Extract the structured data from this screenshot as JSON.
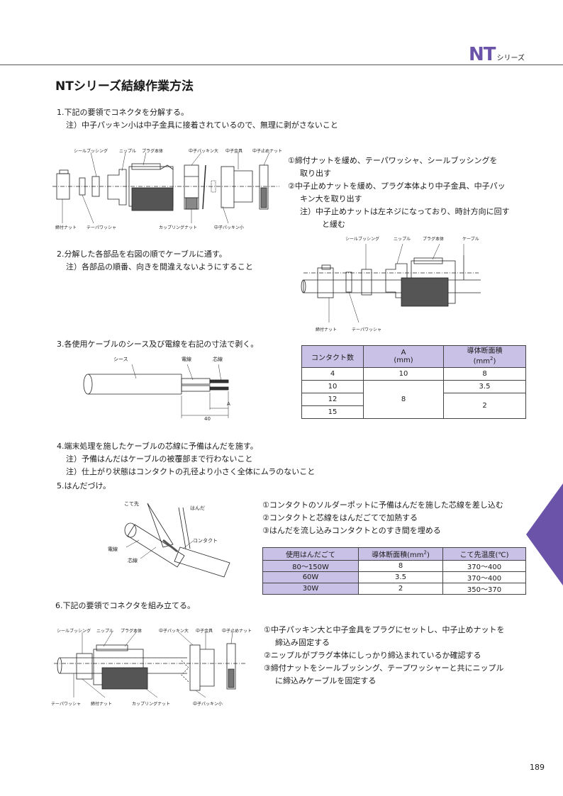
{
  "header": {
    "series_logo": "NT",
    "series_suffix": "シリーズ",
    "page_title": "NTシリーズ結線作業方法"
  },
  "colors": {
    "accent": "#6a53a8",
    "table_header": "#c9c2e6"
  },
  "step1": {
    "heading": "1.下記の要領でコネクタを分解する。",
    "note": "注）中子パッキン小は中子金具に接着されているので、無理に剥がさないこと",
    "labels": {
      "seal_bushing": "シールブッシング",
      "nipple": "ニップル",
      "plug_body": "プラグ本体",
      "core_packing_large": "中子パッキン大",
      "core_fitting": "中子金具",
      "core_stop_nut": "中子止めナット",
      "tighten_nut": "締付ナット",
      "tape_washer": "テーパワッシャ",
      "coupling_nut": "カップリングナット",
      "core_packing_small": "中子パッキン小"
    },
    "instructions": [
      {
        "num": "①",
        "lines": [
          "締付ナットを緩め、テーパワッシャ、シールブッシングを",
          "取り出す"
        ]
      },
      {
        "num": "②",
        "lines": [
          "中子止めナットを緩め、プラグ本体より中子金具、中子パッ",
          "キン大を取り出す"
        ]
      }
    ],
    "note2_lines": [
      "注）中子止めナットは左ネジになっており、時計方向に回す",
      "と緩む"
    ]
  },
  "step2": {
    "heading": "2.分解した各部品を右図の順でケーブルに通す。",
    "note": "注）各部品の順番、向きを間違えないようにすること",
    "labels": {
      "seal_bushing": "シールブッシング",
      "nipple": "ニップル",
      "plug_body": "プラグ本体",
      "cable": "ケーブル",
      "tighten_nut": "締付ナット",
      "tape_washer": "テーパワッシャ"
    }
  },
  "step3": {
    "heading": "3.各使用ケーブルのシース及び電線を右記の寸法で剥く。",
    "labels": {
      "sheath": "シース",
      "wire": "電線",
      "core": "芯線",
      "dim_a": "A",
      "dim_40": "40"
    },
    "table": {
      "headers": [
        "コンタクト数",
        "A",
        "(mm)",
        "導体断面積",
        "(mm",
        "2",
        ")"
      ],
      "rows": [
        {
          "contacts": "4",
          "a": "10",
          "area": "8"
        },
        {
          "contacts": "10",
          "area": "3.5"
        },
        {
          "contacts": "12"
        },
        {
          "contacts": "15"
        }
      ],
      "a_merged": "8",
      "area_merged": "2"
    }
  },
  "step4": {
    "heading": "4.端末処理を施したケーブルの芯線に予備はんだを施す。",
    "notes": [
      "注）予備はんだはケーブルの被覆部まで行わないこと",
      "注）仕上がり状態はコンタクトの孔径より小さく全体にムラのないこと"
    ]
  },
  "step5": {
    "heading": "5.はんだづけ。",
    "labels": {
      "iron_tip": "こて先",
      "solder": "はんだ",
      "contact": "コンタクト",
      "wire": "電線",
      "core": "芯線"
    },
    "instructions": [
      {
        "num": "①",
        "text": "コンタクトのソルダーポットに予備はんだを施した芯線を差し込む"
      },
      {
        "num": "②",
        "text": "コンタクトと芯線をはんだごてで加熱する"
      },
      {
        "num": "③",
        "text": "はんだを流し込みコンタクトとのすき間を埋める"
      }
    ],
    "table": {
      "headers": [
        "使用はんだごて",
        "導体断面積(mm",
        "2",
        ")",
        "こて先温度(℃)"
      ],
      "rows": [
        [
          "80〜150W",
          "8",
          "370〜400"
        ],
        [
          "60W",
          "3.5",
          "370〜400"
        ],
        [
          "30W",
          "2",
          "350〜370"
        ]
      ]
    }
  },
  "step6": {
    "heading": "6.下記の要領でコネクタを組み立てる。",
    "labels": {
      "seal_bushing": "シールブッシング",
      "nipple": "ニップル",
      "plug_body": "プラグ本体",
      "core_packing_large": "中子パッキン大",
      "core_fitting": "中子金具",
      "core_stop_nut": "中子止めナット",
      "tape_washer": "テーパワッシャ",
      "tighten_nut": "締付ナット",
      "coupling_nut": "カップリングナット",
      "core_packing_small": "中子パッキン小"
    },
    "instructions": [
      {
        "num": "①",
        "lines": [
          "中子パッキン大と中子金具をプラグにセットし、中子止めナットを",
          "締込み固定する"
        ]
      },
      {
        "num": "②",
        "lines": [
          "ニップルがプラグ本体にしっかり締込まれているか確認する"
        ]
      },
      {
        "num": "③",
        "lines": [
          "締付ナットをシールブッシング、テープワッシャーと共にニップル",
          "に締込みケーブルを固定する"
        ]
      }
    ]
  },
  "footer": {
    "page_number": "189"
  }
}
